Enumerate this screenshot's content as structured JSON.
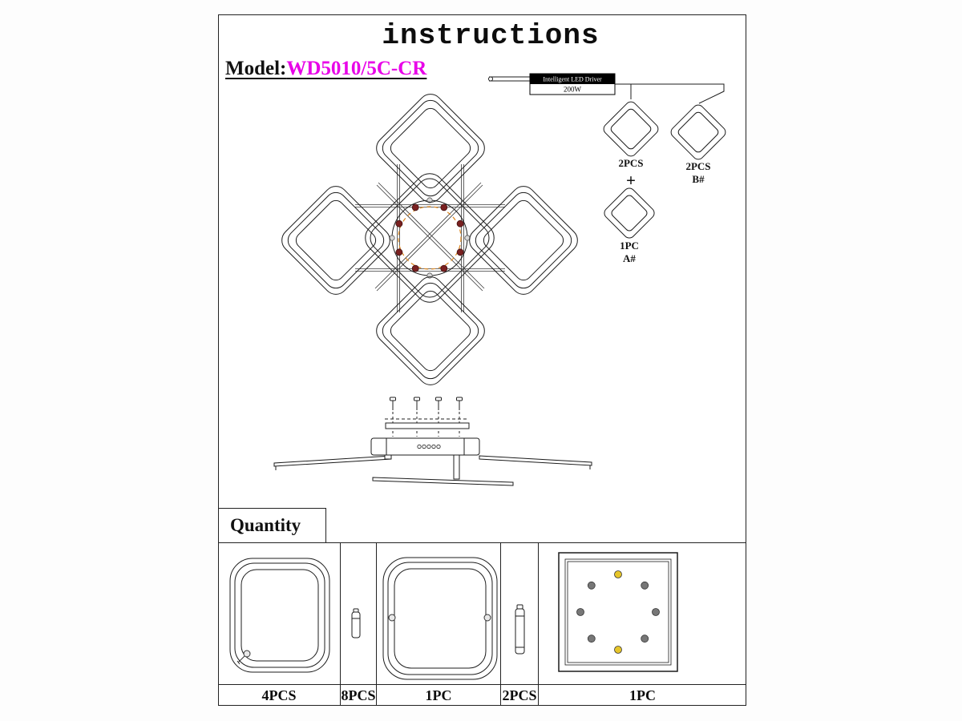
{
  "page": {
    "title": "instructions",
    "model": {
      "label": "Model:",
      "value": "WD5010/5C-CR"
    }
  },
  "wiring": {
    "driver": {
      "line1": "Intelligent LED Driver",
      "line2": "200W"
    },
    "group_b1": {
      "count": "2PCS"
    },
    "plus": "+",
    "group_b2": {
      "count": "2PCS",
      "code": "B#"
    },
    "group_a": {
      "count": "1PC",
      "code": "A#"
    }
  },
  "quantity": {
    "label": "Quantity",
    "items": [
      {
        "part": "corner-ring-lamp",
        "count": "4PCS"
      },
      {
        "part": "short-screw",
        "count": "8PCS"
      },
      {
        "part": "center-ring-lamp",
        "count": "1PC"
      },
      {
        "part": "long-screw",
        "count": "2PCS"
      },
      {
        "part": "base-plate",
        "count": "1PC"
      }
    ]
  },
  "colors": {
    "model_value": "#e800e8",
    "accent_dashed": "#dd8822",
    "led_dot": "#7a2020",
    "yellow_dot": "#e6c52a",
    "gray_dot": "#777777"
  }
}
